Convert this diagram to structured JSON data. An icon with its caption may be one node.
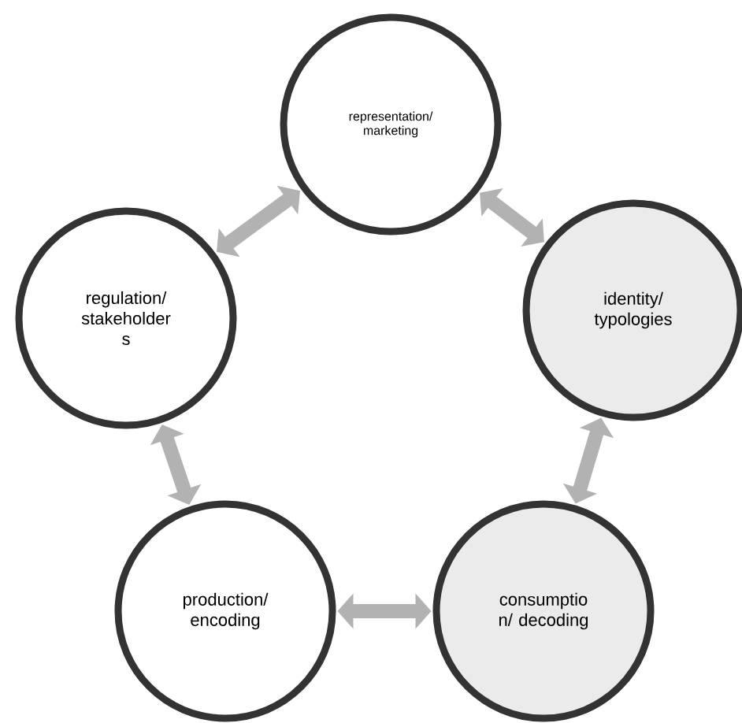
{
  "diagram": {
    "nodes": [
      {
        "text": [
          "representation/ marketing"
        ]
      },
      {
        "text": [
          "regulation/ stakeholder s"
        ]
      },
      {
        "text": [
          "identity/ typologies"
        ]
      },
      {
        "text": [
          "production/ encoding"
        ]
      },
      {
        "text": [
          "consumptio n/ decoding"
        ]
      }
    ],
    "edges": [
      {
        "from": 0,
        "to": 1,
        "arrow": "both"
      },
      {
        "from": 0,
        "to": 2,
        "arrow": "both"
      },
      {
        "from": 2,
        "to": 4,
        "arrow": "both"
      },
      {
        "from": 4,
        "to": 3,
        "arrow": "both"
      },
      {
        "from": 3,
        "to": 1,
        "arrow": "both"
      }
    ]
  }
}
